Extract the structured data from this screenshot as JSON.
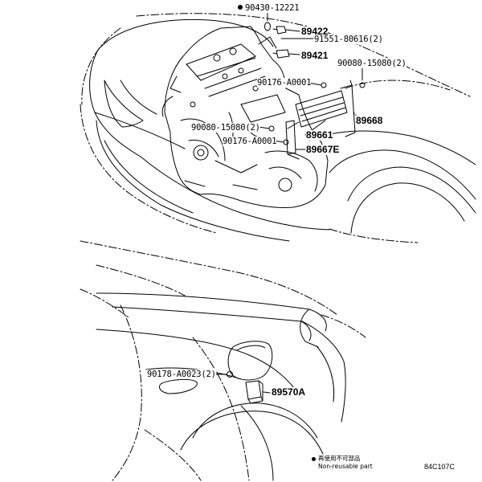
{
  "labels": {
    "p_90430_12221": "90430-12221",
    "p_89422": "89422",
    "p_91551_80616": "91551-80616(2)",
    "p_89421": "89421",
    "p_90080_15080_right": "90080-15080(2)",
    "p_90176_A0001_upper": "90176-A0001",
    "p_89668": "89668",
    "p_90080_15080_left": "90080-15080(2)",
    "p_89661": "89661",
    "p_90176_A0001_lower": "90176-A0001",
    "p_89667E": "89667E",
    "p_90178_A0023": "90178-A0023(2)",
    "p_89570A": "89570A"
  },
  "legend": {
    "non_reusable_jp": "再使用不可部品",
    "non_reusable_en": "Non-reusable part"
  },
  "diagram_code": "84C107C",
  "colors": {
    "line": "#000000",
    "background": "#ffffff"
  }
}
